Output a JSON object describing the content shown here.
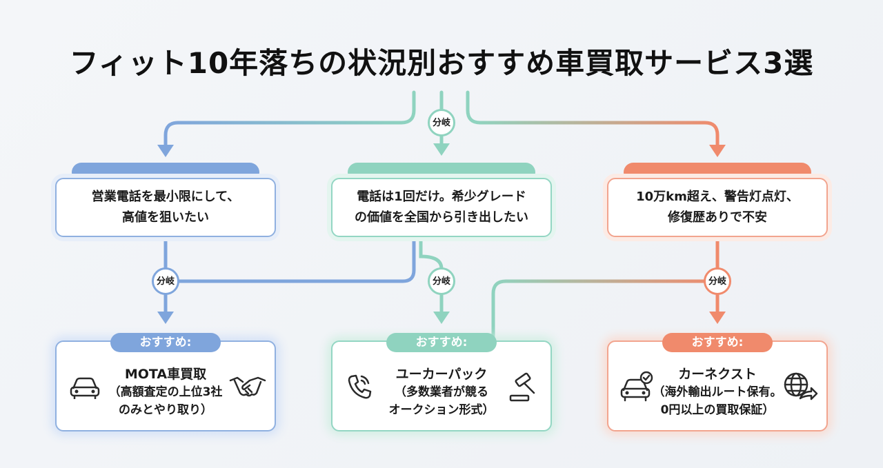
{
  "title": "フィット10年落ちの状況別おすすめ車買取サービス3選",
  "branch_label": "分岐",
  "recommend_label": "おすすめ:",
  "situations": [
    {
      "line1": "営業電話を最小限にして、",
      "line2": "高値を狙いたい"
    },
    {
      "line1": "電話は1回だけ。希少グレード",
      "line2": "の価値を全国から引き出したい"
    },
    {
      "line1": "10万km超え、警告灯点灯、",
      "line2": "修復歴ありで不安"
    }
  ],
  "services": [
    {
      "name": "MOTA車買取",
      "detail1": "（高額査定の上位3社",
      "detail2": "のみとやり取り）"
    },
    {
      "name": "ユーカーパック",
      "detail1": "（多数業者が競る",
      "detail2": "オークション形式）"
    },
    {
      "name": "カーネクスト",
      "detail1": "（海外輸出ルート保有。",
      "detail2": "0円以上の買取保証）"
    }
  ],
  "colors": {
    "blue": "#7fa5dc",
    "teal": "#8fd3bf",
    "red": "#f08a6c"
  },
  "icons": [
    "car-icon",
    "handshake-icon",
    "phone-icon",
    "gavel-icon",
    "car-check-icon",
    "globe-export-icon"
  ]
}
